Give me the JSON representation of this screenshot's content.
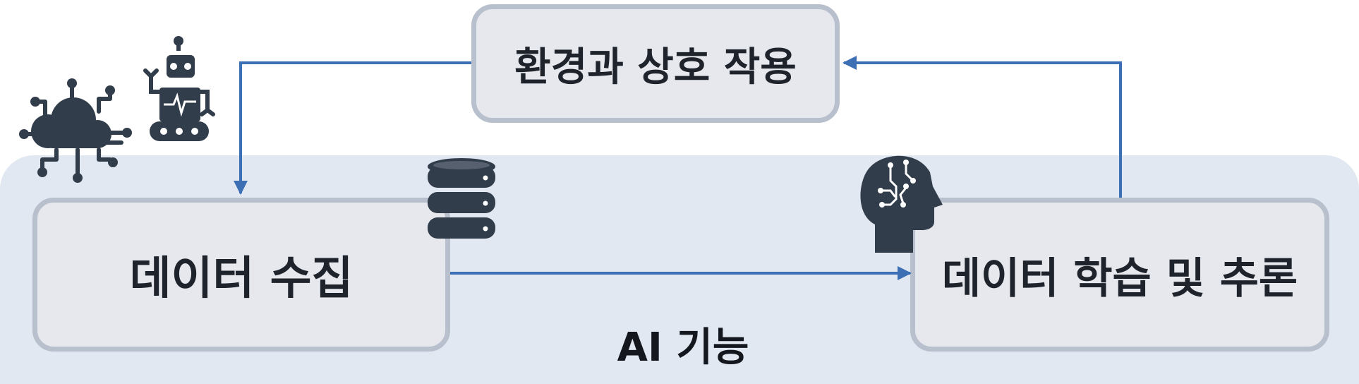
{
  "boxes": {
    "data_collection": "데이터 수집",
    "learning_inference": "데이터 학습 및 추론",
    "environment_interaction": "환경과 상호 작용"
  },
  "region_label": "AI 기능",
  "icons": [
    "iot-cloud-icon",
    "robot-icon",
    "database-icon",
    "ai-head-icon"
  ],
  "colors": {
    "arrow": "#3d6fb4",
    "region_bg": "#e2e8f2",
    "box_bg": "#e6e8ed",
    "box_border": "#b9c0cd",
    "icon": "#323d4c"
  }
}
